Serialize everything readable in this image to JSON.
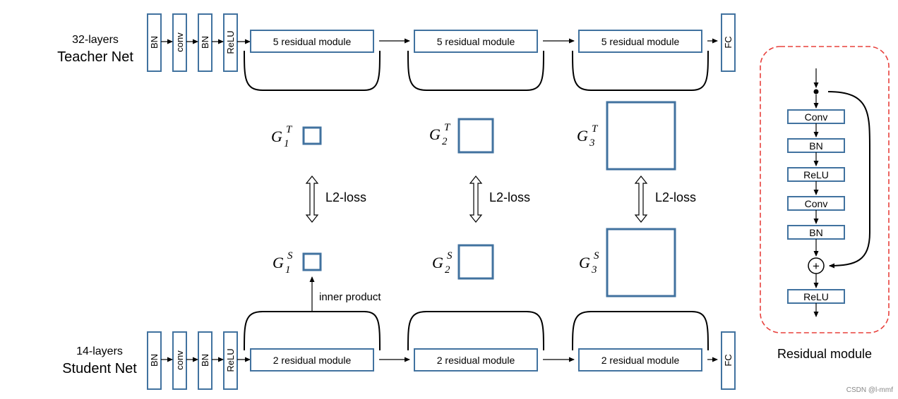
{
  "teacher": {
    "title_line1": "32-layers",
    "title_line2": "Teacher Net",
    "stem_blocks": [
      "BN",
      "conv",
      "BN",
      "ReLU"
    ],
    "stages": [
      "5 residual module",
      "5 residual module",
      "5 residual module"
    ],
    "fc": "FC"
  },
  "student": {
    "title_line1": "14-layers",
    "title_line2": "Student Net",
    "stem_blocks": [
      "BN",
      "conv",
      "BN",
      "ReLU"
    ],
    "stages": [
      "2 residual module",
      "2 residual module",
      "2 residual module"
    ],
    "fc": "FC"
  },
  "gram": {
    "symbol": "G",
    "teacher_superscript": "T",
    "student_superscript": "S",
    "indices": [
      "1",
      "2",
      "3"
    ],
    "loss_label": "L2-loss",
    "inner_product_label": "inner product"
  },
  "residual_module": {
    "title": "Residual module",
    "layers": [
      "Conv",
      "BN",
      "ReLU",
      "Conv",
      "BN"
    ],
    "add_symbol": "+",
    "output_layer": "ReLU"
  },
  "watermark": "CSDN @l-mmf",
  "colors": {
    "box_stroke": "#41729f",
    "line": "#000000",
    "dashed_border": "#e8403c",
    "watermark": "#888888"
  }
}
